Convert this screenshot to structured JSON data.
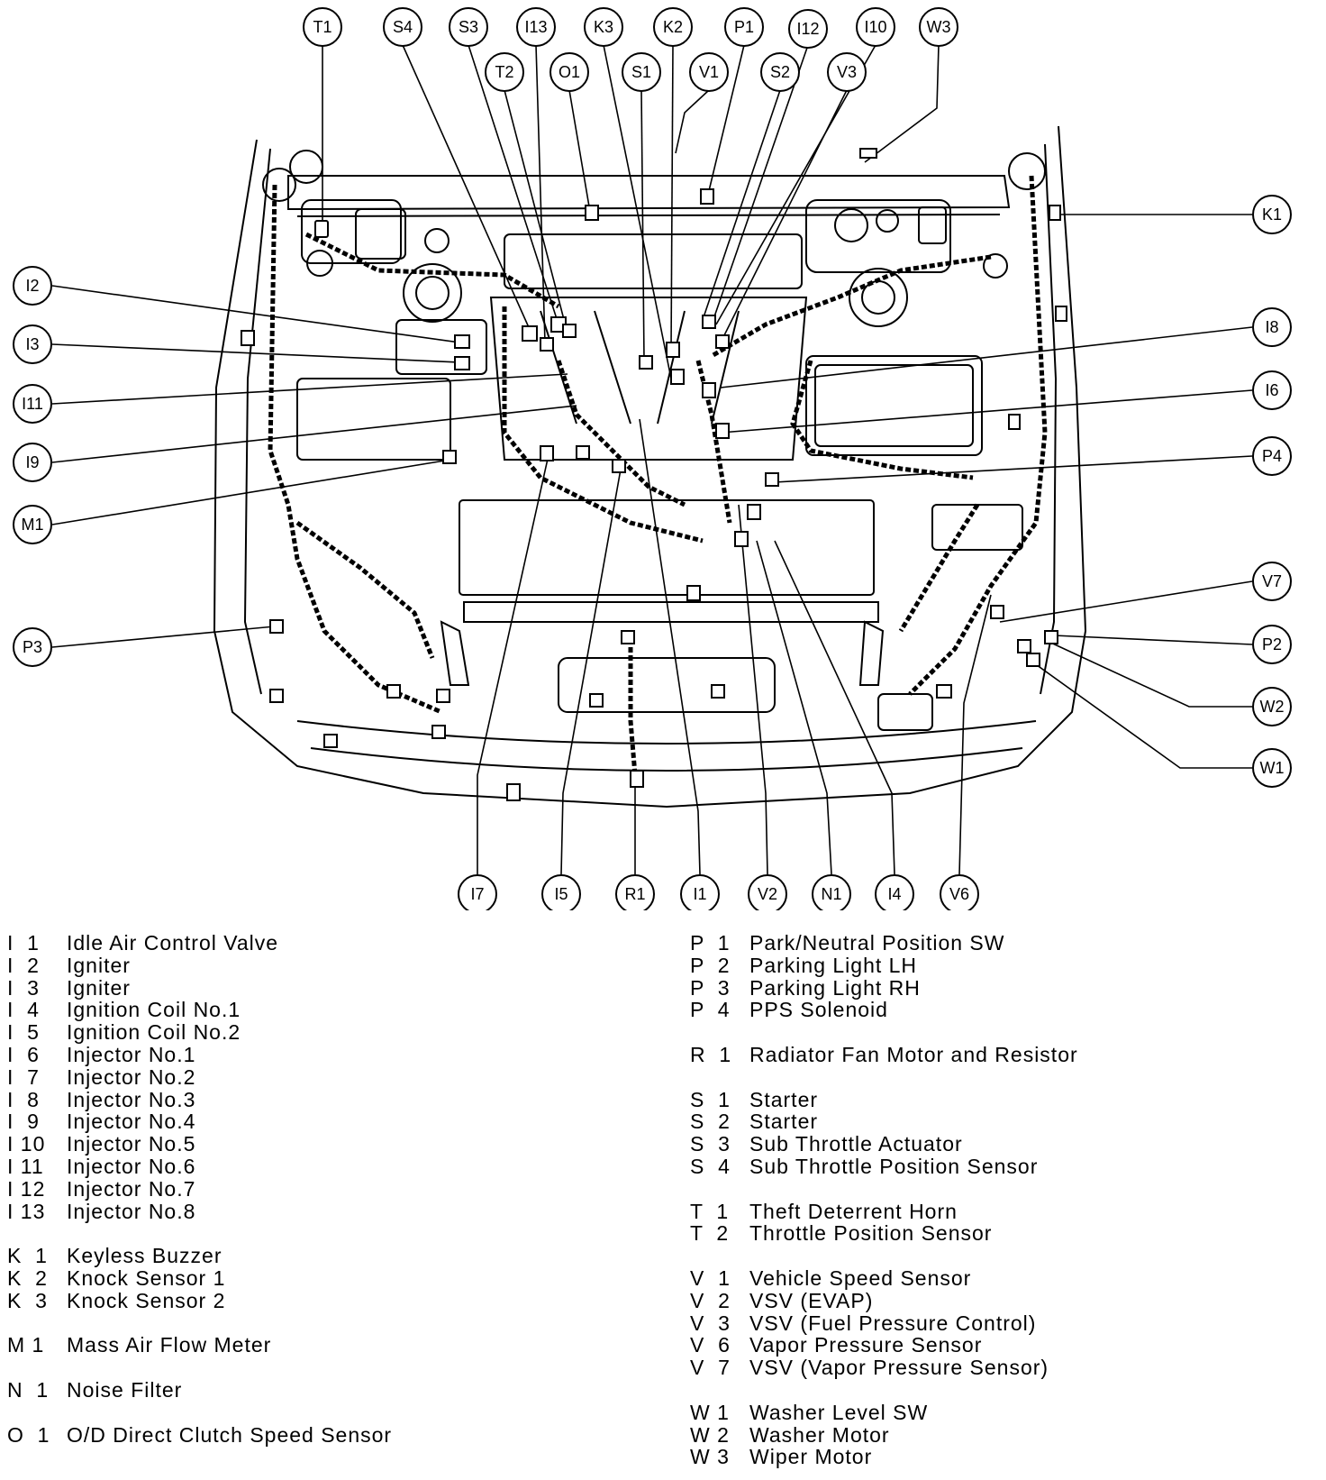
{
  "callouts": [
    {
      "id": "T1",
      "label": "T1"
    },
    {
      "id": "S4",
      "label": "S4"
    },
    {
      "id": "S3",
      "label": "S3"
    },
    {
      "id": "I13",
      "label": "I13"
    },
    {
      "id": "K3",
      "label": "K3"
    },
    {
      "id": "K2",
      "label": "K2"
    },
    {
      "id": "P1",
      "label": "P1"
    },
    {
      "id": "I12",
      "label": "I12"
    },
    {
      "id": "I10",
      "label": "I10"
    },
    {
      "id": "W3",
      "label": "W3"
    },
    {
      "id": "T2",
      "label": "T2"
    },
    {
      "id": "O1",
      "label": "O1"
    },
    {
      "id": "S1",
      "label": "S1"
    },
    {
      "id": "V1",
      "label": "V1"
    },
    {
      "id": "S2",
      "label": "S2"
    },
    {
      "id": "V3",
      "label": "V3"
    },
    {
      "id": "I2",
      "label": "I2"
    },
    {
      "id": "I3",
      "label": "I3"
    },
    {
      "id": "I11",
      "label": "I11"
    },
    {
      "id": "I9",
      "label": "I9"
    },
    {
      "id": "M1",
      "label": "M1"
    },
    {
      "id": "P3",
      "label": "P3"
    },
    {
      "id": "K1",
      "label": "K1"
    },
    {
      "id": "I8",
      "label": "I8"
    },
    {
      "id": "I6",
      "label": "I6"
    },
    {
      "id": "P4",
      "label": "P4"
    },
    {
      "id": "V7",
      "label": "V7"
    },
    {
      "id": "P2",
      "label": "P2"
    },
    {
      "id": "W2",
      "label": "W2"
    },
    {
      "id": "W1",
      "label": "W1"
    },
    {
      "id": "I7",
      "label": "I7"
    },
    {
      "id": "I5",
      "label": "I5"
    },
    {
      "id": "R1",
      "label": "R1"
    },
    {
      "id": "I1",
      "label": "I1"
    },
    {
      "id": "V2",
      "label": "V2"
    },
    {
      "id": "N1",
      "label": "N1"
    },
    {
      "id": "I4",
      "label": "I4"
    },
    {
      "id": "V6",
      "label": "V6"
    }
  ],
  "legend_left": [
    {
      "code": "I  1",
      "name": "Idle Air Control Valve"
    },
    {
      "code": "I  2",
      "name": "Igniter"
    },
    {
      "code": "I  3",
      "name": "Igniter"
    },
    {
      "code": "I  4",
      "name": "Ignition Coil No.1"
    },
    {
      "code": "I  5",
      "name": "Ignition Coil No.2"
    },
    {
      "code": "I  6",
      "name": "Injector No.1"
    },
    {
      "code": "I  7",
      "name": "Injector No.2"
    },
    {
      "code": "I  8",
      "name": "Injector No.3"
    },
    {
      "code": "I  9",
      "name": "Injector No.4"
    },
    {
      "code": "I 10",
      "name": "Injector No.5"
    },
    {
      "code": "I 11",
      "name": "Injector No.6"
    },
    {
      "code": "I 12",
      "name": "Injector No.7"
    },
    {
      "code": "I 13",
      "name": "Injector No.8"
    },
    {
      "gap": true
    },
    {
      "code": "K  1",
      "name": "Keyless Buzzer"
    },
    {
      "code": "K  2",
      "name": "Knock Sensor 1"
    },
    {
      "code": "K  3",
      "name": "Knock Sensor 2"
    },
    {
      "gap": true
    },
    {
      "code": "M 1",
      "name": "Mass Air Flow Meter"
    },
    {
      "gap": true
    },
    {
      "code": "N  1",
      "name": "Noise Filter"
    },
    {
      "gap": true
    },
    {
      "code": "O  1",
      "name": "O/D Direct Clutch Speed Sensor"
    }
  ],
  "legend_right": [
    {
      "code": "P  1",
      "name": "Park/Neutral Position SW"
    },
    {
      "code": "P  2",
      "name": "Parking Light LH"
    },
    {
      "code": "P  3",
      "name": "Parking Light RH"
    },
    {
      "code": "P  4",
      "name": "PPS Solenoid"
    },
    {
      "gap": true
    },
    {
      "code": "R  1",
      "name": "Radiator Fan Motor and Resistor"
    },
    {
      "gap": true
    },
    {
      "code": "S  1",
      "name": "Starter"
    },
    {
      "code": "S  2",
      "name": "Starter"
    },
    {
      "code": "S  3",
      "name": "Sub Throttle Actuator"
    },
    {
      "code": "S  4",
      "name": "Sub Throttle Position Sensor"
    },
    {
      "gap": true
    },
    {
      "code": "T  1",
      "name": "Theft Deterrent Horn"
    },
    {
      "code": "T  2",
      "name": "Throttle Position Sensor"
    },
    {
      "gap": true
    },
    {
      "code": "V  1",
      "name": "Vehicle Speed Sensor"
    },
    {
      "code": "V  2",
      "name": "VSV (EVAP)"
    },
    {
      "code": "V  3",
      "name": "VSV (Fuel Pressure Control)"
    },
    {
      "code": "V  6",
      "name": "Vapor Pressure Sensor"
    },
    {
      "code": "V  7",
      "name": "VSV (Vapor Pressure Sensor)"
    },
    {
      "gap": true
    },
    {
      "code": "W 1",
      "name": "Washer Level SW"
    },
    {
      "code": "W 2",
      "name": "Washer Motor"
    },
    {
      "code": "W 3",
      "name": "Wiper Motor"
    }
  ]
}
